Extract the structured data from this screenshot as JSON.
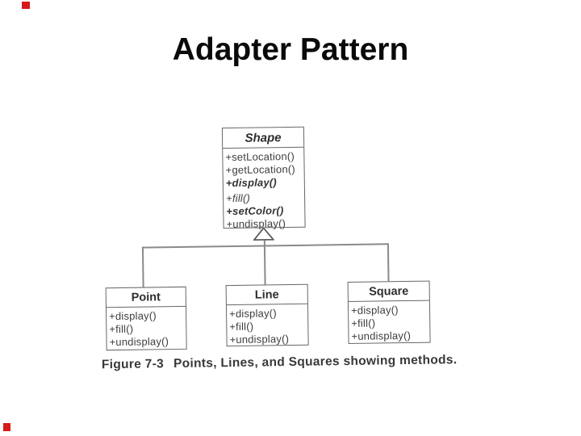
{
  "slide": {
    "title": "Adapter Pattern"
  },
  "figure": {
    "caption": {
      "label": "Figure 7-3",
      "text": "Points, Lines, and Squares showing methods."
    },
    "classes": [
      {
        "name": "Shape",
        "kind": "abstract-superclass",
        "methods": [
          "+setLocation()",
          "+getLocation()",
          "+display()",
          "+fill()",
          "+setColor()",
          "+undisplay()"
        ]
      },
      {
        "name": "Point",
        "kind": "subclass",
        "methods": [
          "+display()",
          "+fill()",
          "+undisplay()"
        ]
      },
      {
        "name": "Line",
        "kind": "subclass",
        "methods": [
          "+display()",
          "+fill()",
          "+undisplay()"
        ]
      },
      {
        "name": "Square",
        "kind": "subclass",
        "methods": [
          "+display()",
          "+fill()",
          "+undisplay()"
        ]
      }
    ],
    "relationship": "inheritance (hollow triangle pointing to Shape)"
  },
  "colors": {
    "corner_mark": "#d61a1a",
    "scan_line": "#8a8a8a",
    "box_border": "#676767",
    "scan_text": "#3d3d3d",
    "title": "#0a0a0a",
    "background": "#ffffff"
  }
}
